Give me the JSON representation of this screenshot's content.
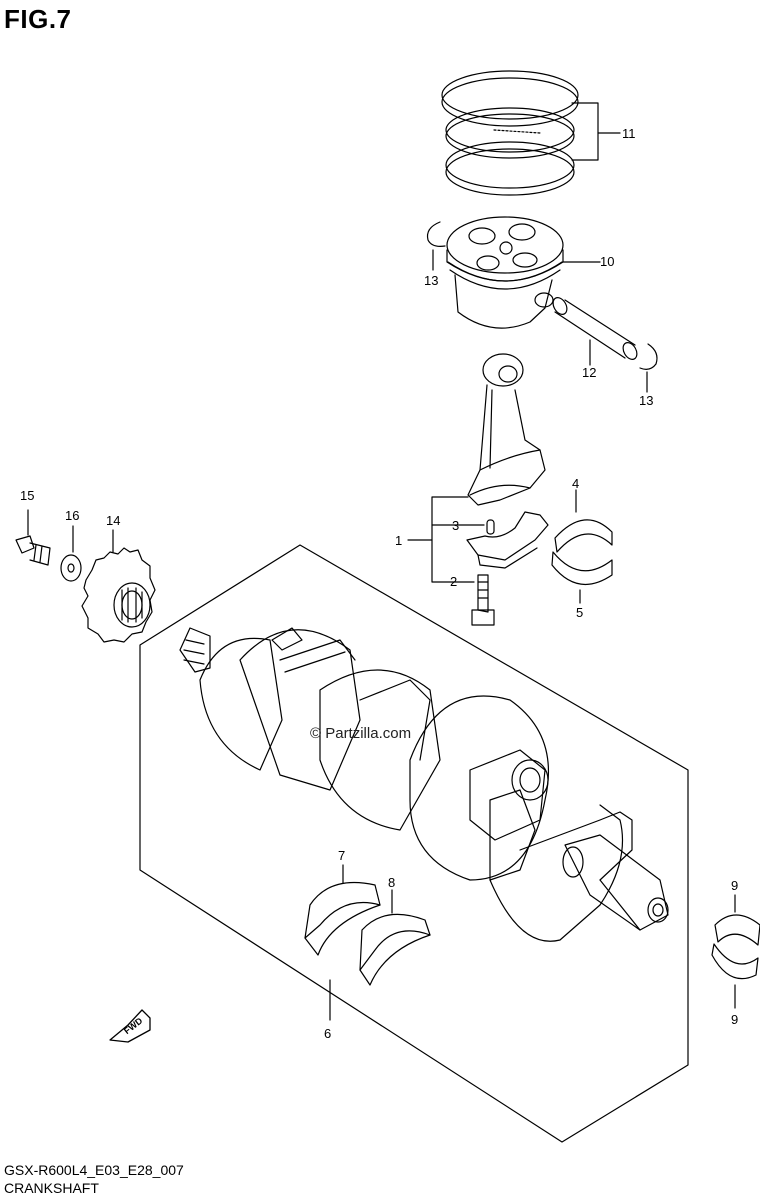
{
  "figure": {
    "title": "FIG.7"
  },
  "footer": {
    "model_code": "GSX-R600L4_E03_E28_007",
    "section_name": "CRANKSHAFT"
  },
  "watermark": "© Partzilla.com",
  "direction_badge": "FWD",
  "callouts": {
    "c1": "1",
    "c2": "2",
    "c3": "3",
    "c4": "4",
    "c5": "5",
    "c6": "6",
    "c7": "7",
    "c8": "8",
    "c9a": "9",
    "c9b": "9",
    "c10": "10",
    "c11": "11",
    "c12": "12",
    "c13a": "13",
    "c13b": "13",
    "c14": "14",
    "c15": "15",
    "c16": "16"
  }
}
